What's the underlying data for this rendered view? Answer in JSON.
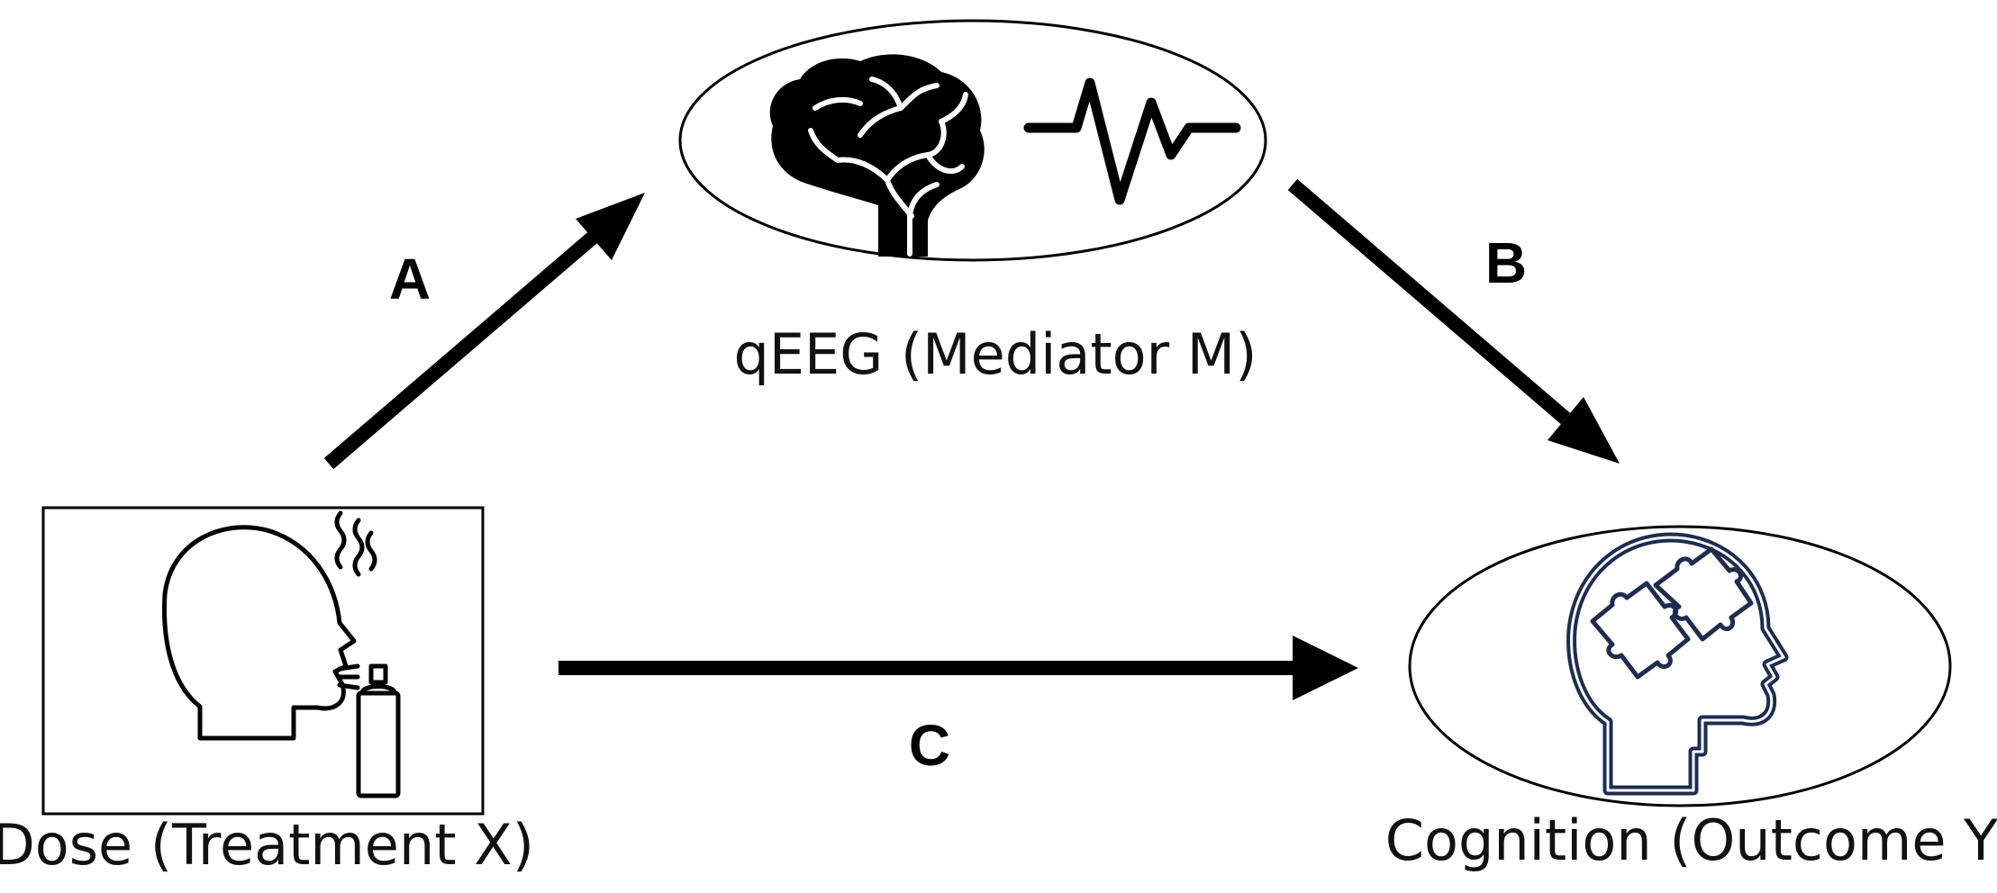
{
  "nodes": {
    "treatment": {
      "label": "Dose (Treatment X)"
    },
    "mediator": {
      "label": "qEEG (Mediator M)"
    },
    "outcome": {
      "label": "Cognition (Outcome Y)"
    }
  },
  "paths": {
    "a": {
      "label": "A"
    },
    "b": {
      "label": "B"
    },
    "c": {
      "label": "C"
    }
  },
  "colors": {
    "ink": "#000000",
    "puzzle_head": "#1e2d4f"
  },
  "icons": {
    "treatment": "head-inhaling-spray-icon",
    "mediator": [
      "brain-icon",
      "eeg-waveform-icon"
    ],
    "outcome": "puzzle-head-icon"
  }
}
